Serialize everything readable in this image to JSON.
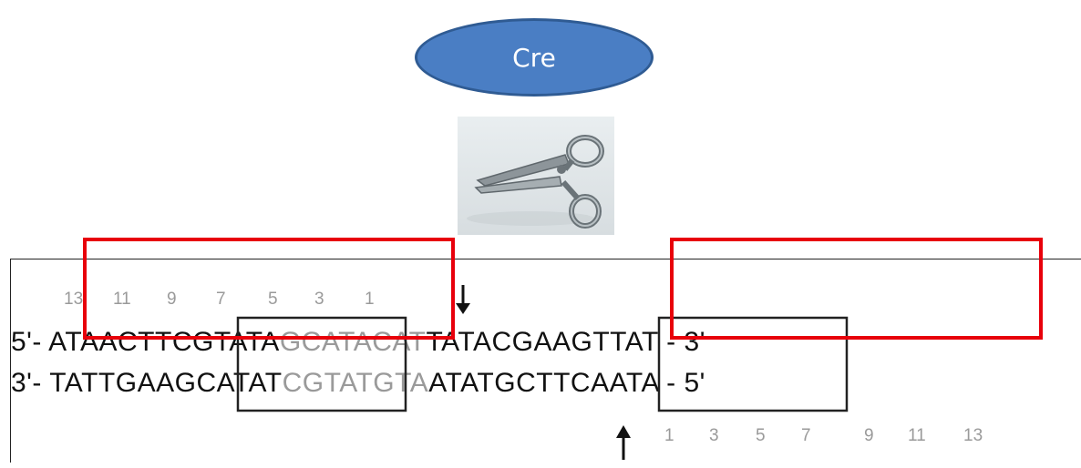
{
  "enzyme": {
    "label": "Cre"
  },
  "scissors": {
    "icon": "scissors-icon"
  },
  "top_strand": {
    "prefix": "5'- ",
    "left_arm": "ATAACT",
    "left_box": "TCGTATA",
    "spacer": "GCATACAT",
    "right_box": "TATACGA",
    "right_arm": "AGTTAT",
    "suffix": " - 3'"
  },
  "bottom_strand": {
    "prefix": "3'- ",
    "left_arm": "TATTGA",
    "left_box": "AGCATAT",
    "spacer": "CGTATGTA",
    "right_box": "ATATGCT",
    "right_arm": "TCAATA",
    "suffix": " - 5'"
  },
  "top_numbers": [
    "13",
    "11",
    "9",
    "7",
    "5",
    "3",
    "1"
  ],
  "bottom_numbers": [
    "1",
    "3",
    "5",
    "7",
    "9",
    "11",
    "13"
  ],
  "colors": {
    "ellipse": "#4a7ec4",
    "highlight": "#e8000b",
    "grey_text": "#9a9a9a"
  }
}
